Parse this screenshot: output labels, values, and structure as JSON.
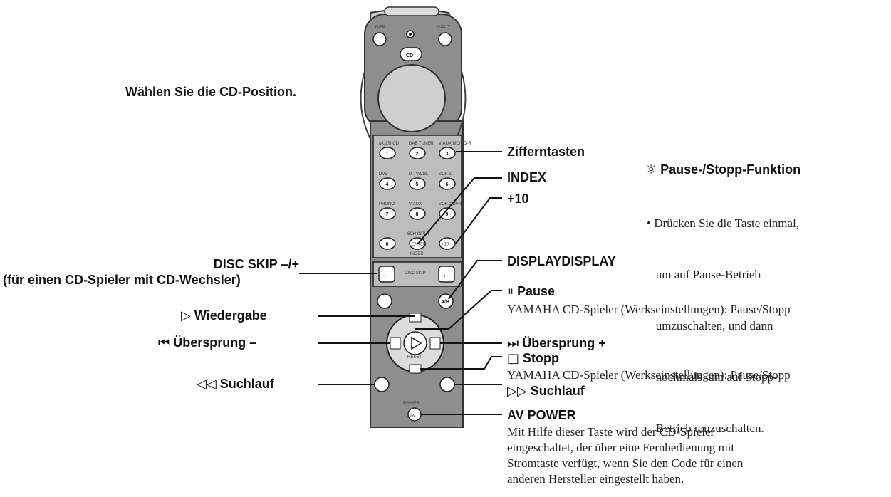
{
  "remote": {
    "top_keys": [
      "DISP",
      "INPUT"
    ],
    "cd_key": "CD",
    "numpad": [
      {
        "key": "1",
        "label": "MULTI CD"
      },
      {
        "key": "2",
        "label": "DAB TUNER"
      },
      {
        "key": "3",
        "label": "V-AUX MD/CD-R"
      },
      {
        "key": "4",
        "label": "DVD"
      },
      {
        "key": "5",
        "label": "D-TV/CBL"
      },
      {
        "key": "6",
        "label": "VCR 1"
      },
      {
        "key": "7",
        "label": "PHONO"
      },
      {
        "key": "8",
        "label": "V-AUX"
      },
      {
        "key": "9",
        "label": "VCR 2/DVR"
      },
      {
        "key": "0",
        "label": ""
      }
    ],
    "enter_key": "ENTER",
    "index_key_label": "INDEX",
    "plus10_key": "+10",
    "ch_input_label": "6CH INPUT",
    "disc_skip_label": "DISC SKIP",
    "minus_key": "–",
    "plus_key": "+",
    "ab_key": "A/B",
    "ok_key": "RESET",
    "power_label": "POWER",
    "av_key": "AV"
  },
  "labels": {
    "select_cd": "Wählen Sie die CD-Position.",
    "numeric_keys": "Zifferntasten",
    "index": "INDEX",
    "plus10": "+10",
    "display": "DISPLAYDISPLAY",
    "disc_skip_line1": "DISC SKIP –/+",
    "disc_skip_line2": "(für einen CD-Spieler mit CD-Wechsler)",
    "pause": "Pause",
    "pause_note": "YAMAHA CD-Spieler (Werkseinstellungen): Pause/Stopp",
    "play": "Wiedergabe",
    "skip_minus": "Übersprung –",
    "skip_plus": "Übersprung +",
    "stop": "Stopp",
    "stop_note": "YAMAHA CD-Spieler (Werkseinstellungen): Pause/Stopp",
    "search_left": "Suchlauf",
    "search_right": "Suchlauf",
    "av_power": "AV POWER",
    "av_power_note": [
      "Mit Hilfe dieser Taste wird der CD-Spieler",
      "eingeschaltet, der über eine Fernbedienung mit",
      "Stromtaste verfügt, wenn Sie den Code für einen",
      "anderen Hersteller eingestellt haben."
    ]
  },
  "tip": {
    "title": "Pause-/Stopp-Funktion",
    "body": [
      "• Drücken Sie die Taste einmal,",
      "   um auf Pause-Betrieb",
      "   umzuschalten, und dann",
      "   nochmals, um auf Stopp-",
      "   Betrieb umzuschalten."
    ]
  },
  "icons": {
    "pause": "pause-icon",
    "play": "play-icon",
    "skip_back": "skip-back-icon",
    "skip_forward": "skip-forward-icon",
    "stop": "stop-icon",
    "rewind": "rewind-icon",
    "fast_forward": "fast-forward-icon",
    "tip": "lightbulb-icon"
  },
  "colors": {
    "remote_body": "#8e8e8e",
    "remote_dark": "#6a6a6a",
    "key_fill": "#ffffff",
    "line": "#111111"
  }
}
